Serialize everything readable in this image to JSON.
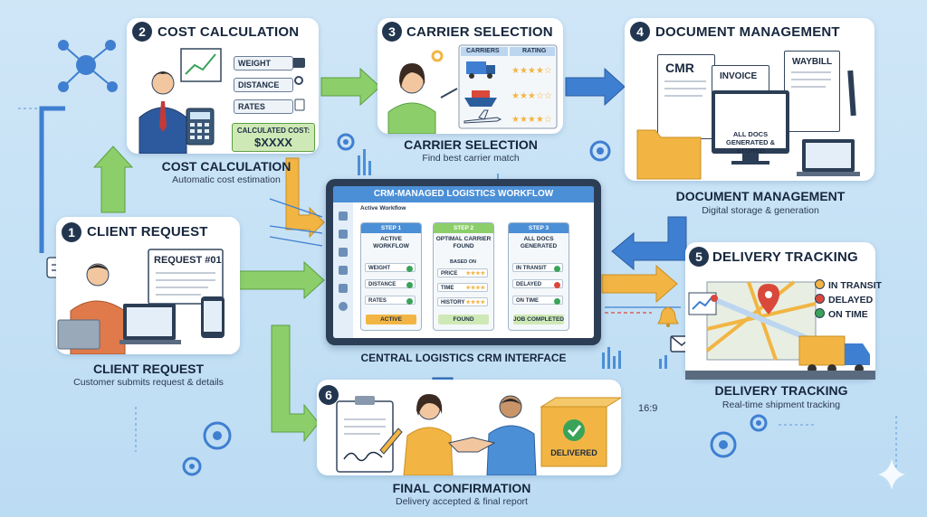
{
  "aspect_label": "16:9",
  "colors": {
    "background": "#c4e0f5",
    "arrow_green": "#8ccf6a",
    "arrow_blue": "#3f7fd1",
    "arrow_orange": "#f2b544",
    "badge": "#23364f",
    "check_green": "#3aa35a",
    "delayed_red": "#d9483b"
  },
  "step1": {
    "number": "1",
    "title": "CLIENT REQUEST",
    "request_label": "REQUEST #01",
    "caption": "CLIENT REQUEST",
    "subcaption": "Customer submits request & details"
  },
  "step2": {
    "number": "2",
    "title": "COST CALCULATION",
    "fields": [
      "WEIGHT",
      "DISTANCE",
      "RATES"
    ],
    "result_label": "CALCULATED COST:",
    "result_value": "$XXXX",
    "caption": "COST CALCULATION",
    "subcaption": "Automatic cost estimation"
  },
  "step3": {
    "number": "3",
    "title": "CARRIER SELECTION",
    "col_carriers": "CARRIERS",
    "col_rating": "RATING",
    "caption": "CARRIER SELECTION",
    "subcaption": "Find best carrier match"
  },
  "step4": {
    "number": "4",
    "title": "DOCUMENT MANAGEMENT",
    "docs": [
      "CMR",
      "INVOICE",
      "WAYBILL"
    ],
    "monitor_text": "ALL DOCS GENERATED & STORED",
    "caption": "DOCUMENT MANAGEMENT",
    "subcaption": "Digital storage & generation"
  },
  "step5": {
    "number": "5",
    "title": "DELIVERY TRACKING",
    "statuses": [
      "IN TRANSIT",
      "DELAYED",
      "ON TIME"
    ],
    "caption": "DELIVERY TRACKING",
    "subcaption": "Real-time shipment tracking"
  },
  "step6": {
    "number": "6",
    "box_label": "DELIVERED",
    "caption": "FINAL CONFIRMATION",
    "subcaption": "Delivery accepted & final report"
  },
  "crm": {
    "header": "CRM-MANAGED LOGISTICS WORKFLOW",
    "subheader": "Active Workflow",
    "caption": "CENTRAL LOGISTICS CRM INTERFACE",
    "columns": [
      {
        "head": "STEP 1",
        "title": "ACTIVE WORKFLOW",
        "rows": [
          "WEIGHT",
          "DISTANCE",
          "RATES"
        ],
        "button": "ACTIVE"
      },
      {
        "head": "STEP 2",
        "title": "OPTIMAL CARRIER FOUND",
        "based_on": "BASED ON",
        "rows": [
          "PRICE",
          "TIME",
          "HISTORY"
        ],
        "button": "FOUND"
      },
      {
        "head": "STEP 3",
        "title": "ALL DOCS GENERATED",
        "rows": [
          "IN TRANSIT",
          "DELAYED",
          "ON TIME"
        ],
        "button": "JOB COMPLETED"
      }
    ]
  }
}
